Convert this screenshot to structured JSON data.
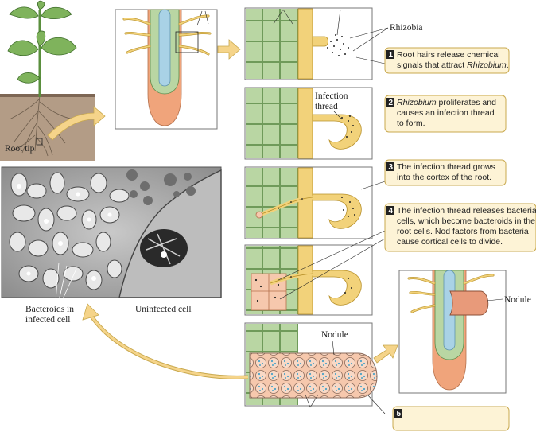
{
  "labels": {
    "root_tip": "Root tip",
    "rhizobia": "Rhizobia",
    "infection_thread": [
      "Infection",
      "thread"
    ],
    "bacteroids": [
      "Bacteroids in",
      "infected cell"
    ],
    "uninfected": "Uninfected cell",
    "nodule_right": "Nodule",
    "nodule_bottom": "Nodule"
  },
  "steps": [
    {
      "num": "1",
      "lines": [
        [
          {
            "t": "Root hairs release chemical"
          }
        ],
        [
          {
            "t": "signals that attract "
          },
          {
            "t": "Rhizobium",
            "i": true
          },
          {
            "t": "."
          }
        ]
      ]
    },
    {
      "num": "2",
      "lines": [
        [
          {
            "t": "Rhizobium",
            "i": true
          },
          {
            "t": " proliferates and"
          }
        ],
        [
          {
            "t": "causes an infection thread"
          }
        ],
        [
          {
            "t": "to form."
          }
        ]
      ]
    },
    {
      "num": "3",
      "lines": [
        [
          {
            "t": "The infection thread grows"
          }
        ],
        [
          {
            "t": "into the cortex of the root."
          }
        ]
      ]
    },
    {
      "num": "4",
      "lines": [
        [
          {
            "t": "The infection thread releases bacterial"
          }
        ],
        [
          {
            "t": "cells, which become bacteroids in the"
          }
        ],
        [
          {
            "t": "root cells. Nod factors from bacteria"
          }
        ],
        [
          {
            "t": "cause cortical cells to divide."
          }
        ]
      ]
    },
    {
      "num": "5",
      "lines": []
    }
  ],
  "colors": {
    "cortex": "#b9d6a3",
    "cortex_line": "#5d8a4a",
    "hair": "#f2d27a",
    "hair_line": "#b8912a",
    "stele": "#a9d2e6",
    "cap": "#f0a47b",
    "step_box": "#fdf3d6",
    "step_border": "#c9a94e",
    "arrow": "#f5d48a",
    "soil": "#a89078"
  }
}
